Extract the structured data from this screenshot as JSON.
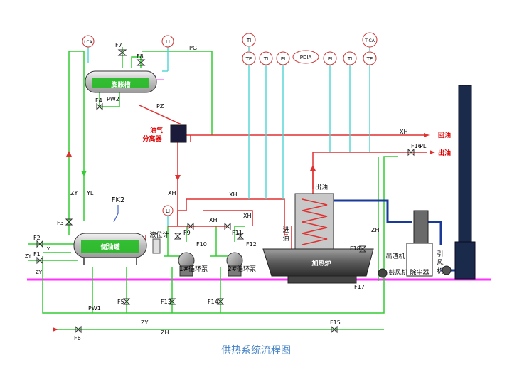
{
  "caption": "供热系统流程图",
  "equipment": {
    "expansion_tank": "膨胀槽",
    "oil_gas_separator_1": "油气",
    "oil_gas_separator_2": "分离器",
    "storage_tank": "储油罐",
    "level_gauge": "液位计",
    "pump1": "1#循环泵",
    "pump2": "2#循环泵",
    "furnace": "加热炉",
    "conveyor": "出渣机",
    "blower": "鼓风机",
    "dust_collector": "除尘器",
    "induced_fan_1": "引",
    "induced_fan_2": "风",
    "induced_fan_3": "机",
    "furnace_outlet": "出油",
    "furnace_inlet_1": "进",
    "furnace_inlet_2": "油",
    "return_oil": "回油",
    "supply_oil": "出油",
    "fk2": "FK2"
  },
  "valves": {
    "f1": "F1",
    "f2": "F2",
    "f3": "F3",
    "f4": "F4",
    "f5": "F5",
    "f6": "F6",
    "f7": "F7",
    "f8": "F8",
    "f9": "F9",
    "f10": "F10",
    "f11": "F11",
    "f12": "F12",
    "f13": "F13",
    "f14": "F14",
    "f15": "F15",
    "f16": "F16",
    "f17": "F17",
    "f18": "F18"
  },
  "line_labels": {
    "pg": "PG",
    "pw2": "PW2",
    "pz": "PZ",
    "yl": "YL",
    "zy_left": "ZY",
    "xh_a": "XH",
    "xh_b": "XH",
    "xh_c": "XH",
    "xh_d": "XH",
    "xh_e": "XH",
    "pl": "PL",
    "zh_right": "ZH",
    "pw1": "PW1",
    "zy_bottom": "ZY",
    "zh_bottom": "ZH",
    "zy_f1": "ZY",
    "zy_f1b": "ZY",
    "y_label": "Y"
  },
  "instruments": {
    "lca": "LCA",
    "li_top": "LI",
    "li_mid": "LI",
    "ti_top": "TI",
    "te1": "TE",
    "ti1": "TI",
    "pi1": "PI",
    "pdia": "PDIA",
    "pi2": "PI",
    "ti2": "TI",
    "tica": "TICA",
    "te2": "TE"
  }
}
